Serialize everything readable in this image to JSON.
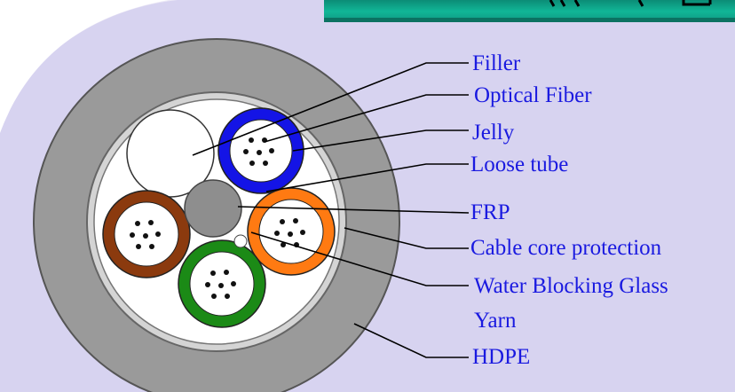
{
  "labels": {
    "filler": "Filler",
    "optical_fiber": "Optical Fiber",
    "jelly": "Jelly",
    "loose_tube": "Loose tube",
    "frp": "FRP",
    "cable_core_protection": "Cable core protection",
    "water_blocking_glass": "Water Blocking Glass",
    "yarn": "Yarn",
    "hdpe": "HDPE"
  },
  "colors": {
    "background": "#ece9f6",
    "background_blob": "#cfcaee",
    "header_bar": "#0f9a84",
    "label_text": "#1a1ae0",
    "hdpe_sheath": "#9a9a9a",
    "core_protection": "#d2d2d2",
    "tube_blue": "#1414e6",
    "tube_orange": "#ff7a12",
    "tube_green": "#1b8a16",
    "tube_brown": "#8b3a0e",
    "frp": "#8e8e8e"
  }
}
